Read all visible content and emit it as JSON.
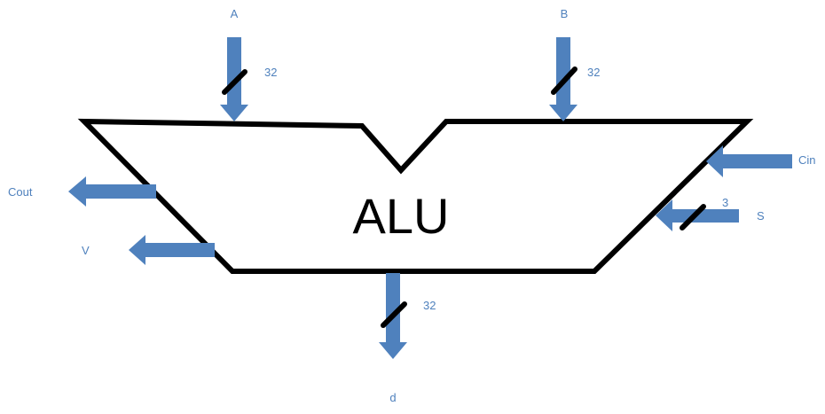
{
  "title": "ALU",
  "colors": {
    "arrow": "#4f81bd",
    "label": "#4f81bd",
    "outline": "#000000",
    "title": "#000000"
  },
  "inputs": {
    "a": {
      "name": "A",
      "width": "32"
    },
    "b": {
      "name": "B",
      "width": "32"
    },
    "cin": {
      "name": "Cin"
    },
    "s": {
      "name": "S",
      "width": "3"
    }
  },
  "outputs": {
    "cout": {
      "name": "Cout"
    },
    "v": {
      "name": "V"
    },
    "d": {
      "name": "d",
      "width": "32"
    }
  }
}
